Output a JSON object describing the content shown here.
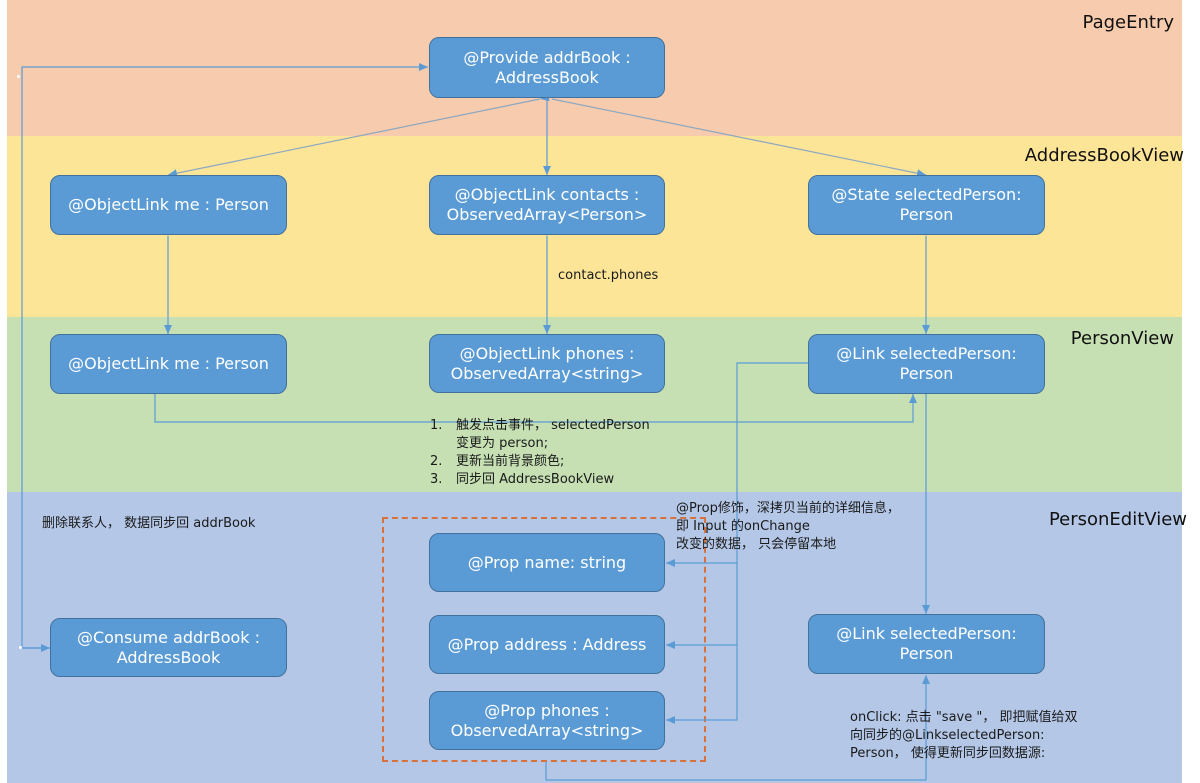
{
  "bands": {
    "page_entry": "PageEntry",
    "address_book_view": "AddressBookView",
    "person_view": "PersonView",
    "person_edit_view": "PersonEditView"
  },
  "nodes": {
    "provide_addrbook": [
      "@Provide addrBook :",
      "AddressBook"
    ],
    "abv_objectlink_me": [
      "@ObjectLink me : Person"
    ],
    "abv_objectlink_contacts": [
      "@ObjectLink contacts :",
      "ObservedArray<Person>"
    ],
    "abv_state_selected": [
      "@State selectedPerson:",
      "Person"
    ],
    "pv_objectlink_me": [
      "@ObjectLink me : Person"
    ],
    "pv_objectlink_phones": [
      "@ObjectLink phones :",
      "ObservedArray<string>"
    ],
    "pv_link_selected": [
      "@Link selectedPerson:",
      "Person"
    ],
    "pev_consume_addrbook": [
      "@Consume addrBook :",
      "AddressBook"
    ],
    "pev_prop_name": [
      "@Prop name: string"
    ],
    "pev_prop_address": [
      "@Prop address : Address"
    ],
    "pev_prop_phones": [
      "@Prop phones :",
      "ObservedArray<string>"
    ],
    "pev_link_selected": [
      "@Link selectedPerson:",
      "Person"
    ]
  },
  "notes": {
    "contact_phones": "contact.phones",
    "click_steps": [
      {
        "num": "1.",
        "lines": [
          "触发点击事件，  selectedPerson",
          "变更为 person;"
        ]
      },
      {
        "num": "2.",
        "lines": [
          "更新当前背景颜色;"
        ]
      },
      {
        "num": "3.",
        "lines": [
          "同步回 AddressBookView"
        ]
      }
    ],
    "delete_contact": "删除联系人，  数据同步回 addrBook",
    "prop_deep_copy": [
      "@Prop修饰，深拷贝当前的详细信息，",
      "即 Input 的onChange",
      "改变的数据，  只会停留本地"
    ],
    "onclick_save": [
      "onClick: 点击 \"save \"，  即把赋值给双",
      "向同步的@LinkselectedPerson:",
      "Person，  使得更新同步回数据源:"
    ]
  },
  "colors": {
    "page_entry_bg": "#f7cbad",
    "address_book_view_bg": "#fde598",
    "person_view_bg": "#c6e0b4",
    "person_edit_view_bg": "#b4c7e7",
    "node_fill": "#5b9bd5",
    "node_border": "#41719c",
    "connector": "#5b9bd5",
    "group_dashed": "#d9723a"
  }
}
